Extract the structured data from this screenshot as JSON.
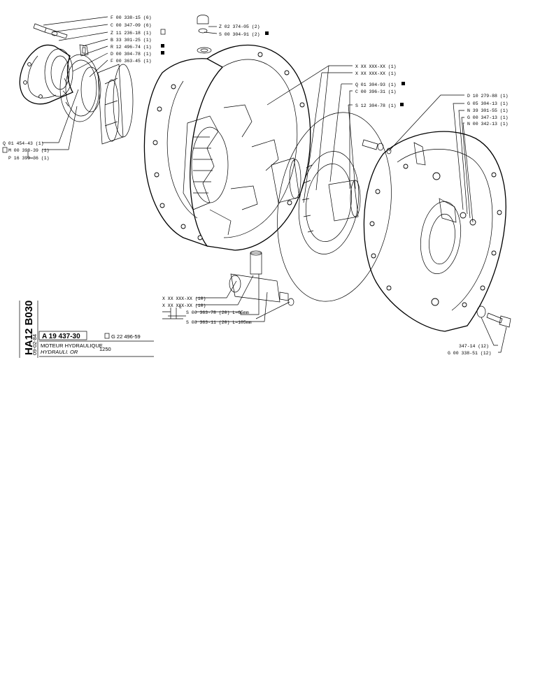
{
  "sheet": {
    "sheet_code": "HA12 B030",
    "date": "09-02-84",
    "part_number": "A 19 437-30",
    "ref_number": "G 22 496-59",
    "title_fr": "MOTEUR HYDRAULIQUE",
    "title_de": "HYDRAULI.",
    "title_suffix": "OR",
    "model": "1250"
  },
  "labels": {
    "l1": "F 00 338-15 (6)",
    "l2": "C 00 347-09 (6)",
    "l3": "Z 11 236-18 (1)",
    "l4": "B 33 301-25 (1)",
    "l5": "R 12 496-74 (1)",
    "l6": "D 00 304-78 (1)",
    "l7": "F 00 363-45 (1)",
    "l8": "Z 02 374-05 (2)",
    "l9": "S 00 304-91 (2)",
    "l10": "X XX XXX-XX (1)",
    "l11": "X XX XXX-XX (1)",
    "l12": "Q 01 304-93 (1)",
    "l13": "C 00 396-31 (1)",
    "l14": "S 12 304-78 (1)",
    "l15": "D 10 279-88 (1)",
    "l16": "G 05 304-13 (1)",
    "l17": "N 39 301-55 (1)",
    "l18": "G 00 347-13 (1)",
    "l19": "N 00 342-13 (1)",
    "l20": "Q 01 454-43 (1)",
    "l21": "M 00 398-39 (1)",
    "l22": "P 16 399-36 (1)",
    "l23": "X XX XXX-XX (10)",
    "l24": "X XX XXX-XX (10)",
    "l25": "S 00 363-78 (20) L=65mm",
    "l26": "S 08 363-11 (20) L=105mm",
    "l27": "347-14 (12)",
    "l28": "G 00 338-51 (12)",
    "dim_l": "L"
  }
}
